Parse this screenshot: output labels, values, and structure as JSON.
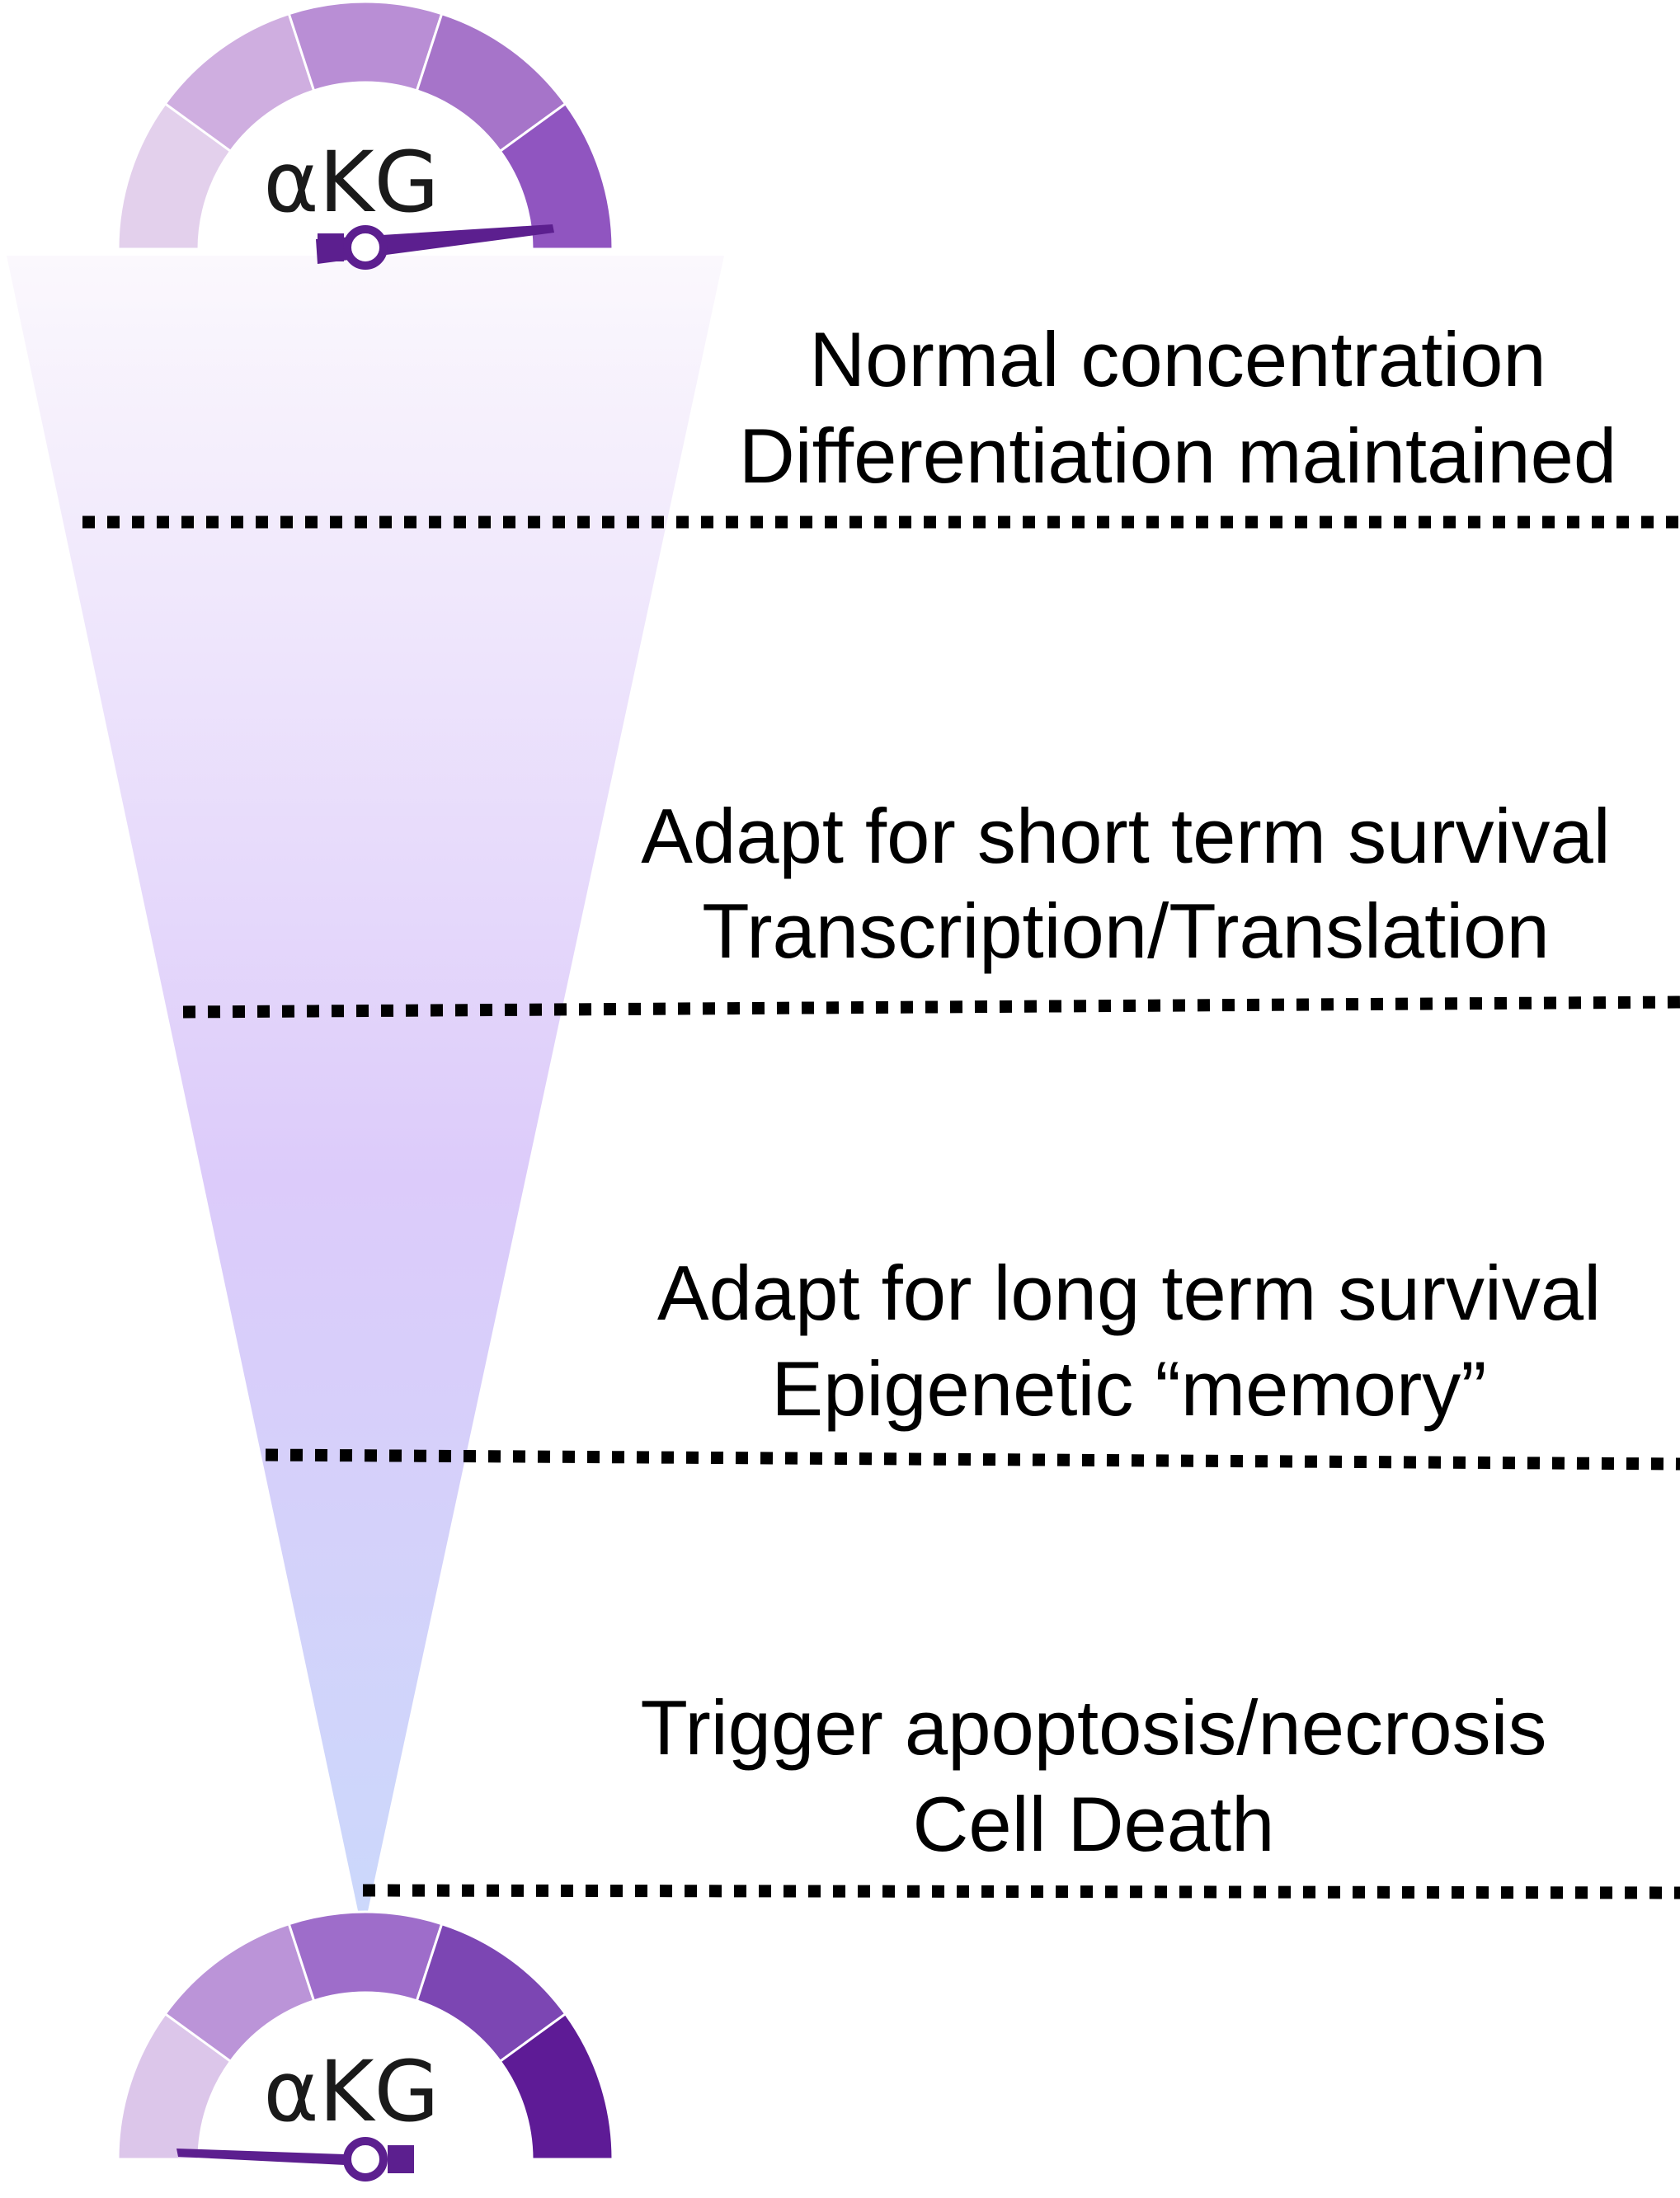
{
  "gauges": {
    "top": {
      "label": "αKG",
      "segment_colors": [
        "#e3d0ec",
        "#cfaee0",
        "#b98ed5",
        "#a674c9",
        "#9055c0"
      ]
    },
    "bottom": {
      "label": "αKG",
      "segment_colors": [
        "#dcc6ea",
        "#bb94d8",
        "#9e6dca",
        "#7c46b3",
        "#5e1b96"
      ]
    },
    "needle_color": "#5c1f8f"
  },
  "funnel": {
    "top_color": "#fbf8fd",
    "mid_color": "#dccbfa",
    "bottom_color": "#cbd8fb"
  },
  "stages": [
    {
      "line1": "Normal concentration",
      "line2": "Differentiation maintained"
    },
    {
      "line1": "Adapt for short term survival",
      "line2": "Transcription/Translation"
    },
    {
      "line1": "Adapt for long term survival",
      "line2": "Epigenetic “memory”"
    },
    {
      "line1": "Trigger apoptosis/necrosis",
      "line2": "Cell Death"
    }
  ]
}
